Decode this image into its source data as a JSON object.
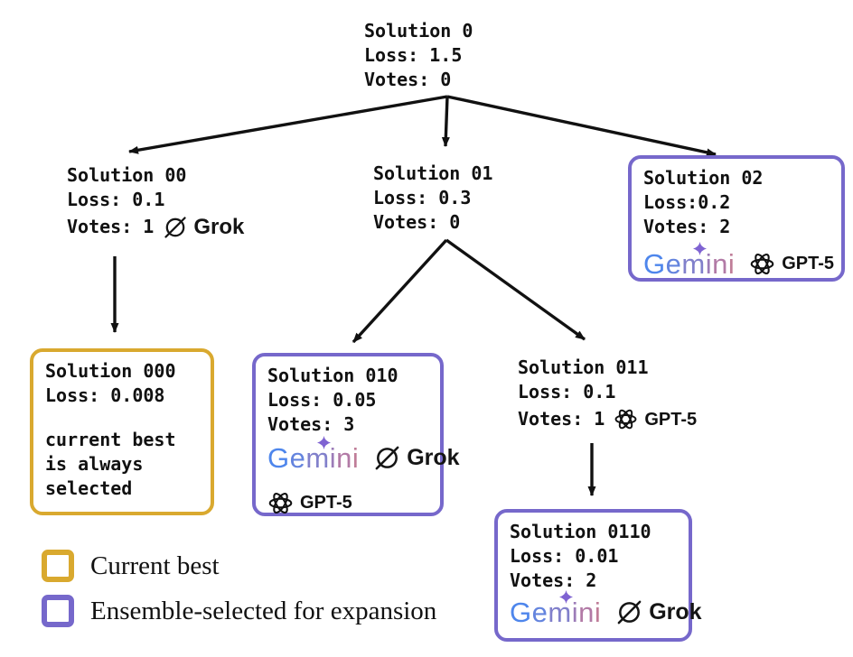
{
  "diagram": {
    "colors": {
      "current-best": "#D9A92F",
      "ensemble": "#7668CB",
      "ink": "#111111",
      "arrow": "#111111"
    },
    "gemini_palette": [
      "#4E86EC",
      "#6484DE",
      "#8180CB",
      "#9C7CB8",
      "#B27AA6",
      "#BF7D98"
    ],
    "logos": {
      "gemini": "Gemini",
      "grok": "Grok",
      "gpt5": "GPT-5"
    },
    "nodes": [
      {
        "id": "0",
        "title": "Solution 0",
        "loss_label": "Loss: 1.5",
        "votes_label": "Votes: 0"
      },
      {
        "id": "00",
        "title": "Solution 00",
        "loss_label": "Loss: 0.1",
        "votes_label": "Votes: 1",
        "models": [
          "Grok"
        ]
      },
      {
        "id": "01",
        "title": "Solution 01",
        "loss_label": "Loss: 0.3",
        "votes_label": "Votes: 0"
      },
      {
        "id": "02",
        "title": "Solution 02",
        "loss_label": "Loss:0.2",
        "votes_label": "Votes: 2",
        "models": [
          "Gemini",
          "GPT-5"
        ],
        "highlight": "ensemble"
      },
      {
        "id": "000",
        "title": "Solution 000",
        "loss_label": "Loss: 0.008",
        "note_lines": [
          "current best",
          "is always",
          "selected"
        ],
        "highlight": "current-best"
      },
      {
        "id": "010",
        "title": "Solution 010",
        "loss_label": "Loss: 0.05",
        "votes_label": "Votes: 3",
        "models": [
          "Gemini",
          "Grok",
          "GPT-5"
        ],
        "highlight": "ensemble"
      },
      {
        "id": "011",
        "title": "Solution 011",
        "loss_label": "Loss: 0.1",
        "votes_label": "Votes: 1",
        "models": [
          "GPT-5"
        ]
      },
      {
        "id": "0110",
        "title": "Solution 0110",
        "loss_label": "Loss: 0.01",
        "votes_label": "Votes: 2",
        "models": [
          "Gemini",
          "Grok"
        ],
        "highlight": "ensemble"
      }
    ],
    "edges": [
      [
        "0",
        "00"
      ],
      [
        "0",
        "01"
      ],
      [
        "0",
        "02"
      ],
      [
        "00",
        "000"
      ],
      [
        "01",
        "010"
      ],
      [
        "01",
        "011"
      ],
      [
        "011",
        "0110"
      ]
    ],
    "legend": [
      {
        "swatch": "current-best",
        "label": "Current best"
      },
      {
        "swatch": "ensemble",
        "label": "Ensemble-selected for expansion"
      }
    ]
  }
}
